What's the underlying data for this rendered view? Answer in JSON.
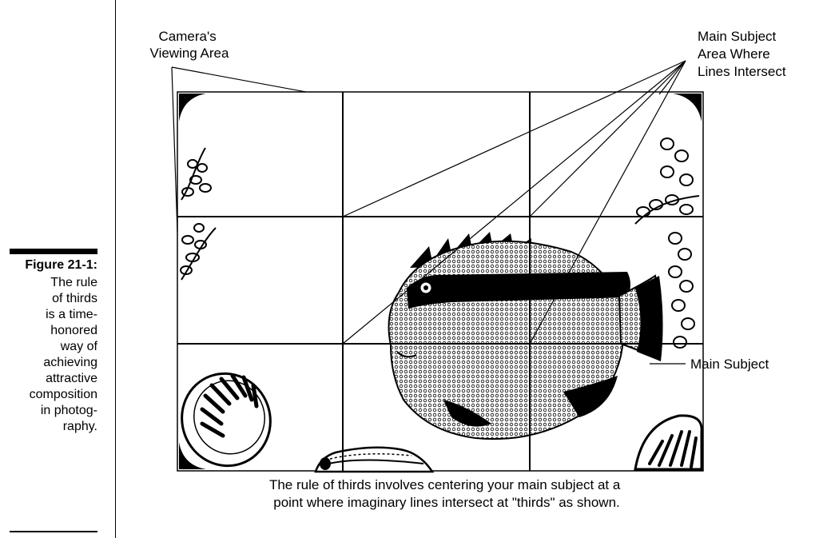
{
  "figure": {
    "label": "Figure 21-1:",
    "caption_lines": [
      "The rule",
      "of thirds",
      "is a time-",
      "honored",
      "way of",
      "achieving",
      "attractive",
      "composition",
      "in photog-",
      "raphy."
    ]
  },
  "diagram": {
    "callout_viewing_area": [
      "Camera's",
      "Viewing Area"
    ],
    "callout_intersection": [
      "Main Subject",
      "Area Where",
      "Lines Intersect"
    ],
    "callout_main_subject": "Main Subject",
    "caption": [
      "The rule of thirds involves centering your main subject at a",
      "point where imaginary lines intersect at \"thirds\" as shown."
    ]
  },
  "colors": {
    "ink": "#000000",
    "paper": "#ffffff"
  }
}
